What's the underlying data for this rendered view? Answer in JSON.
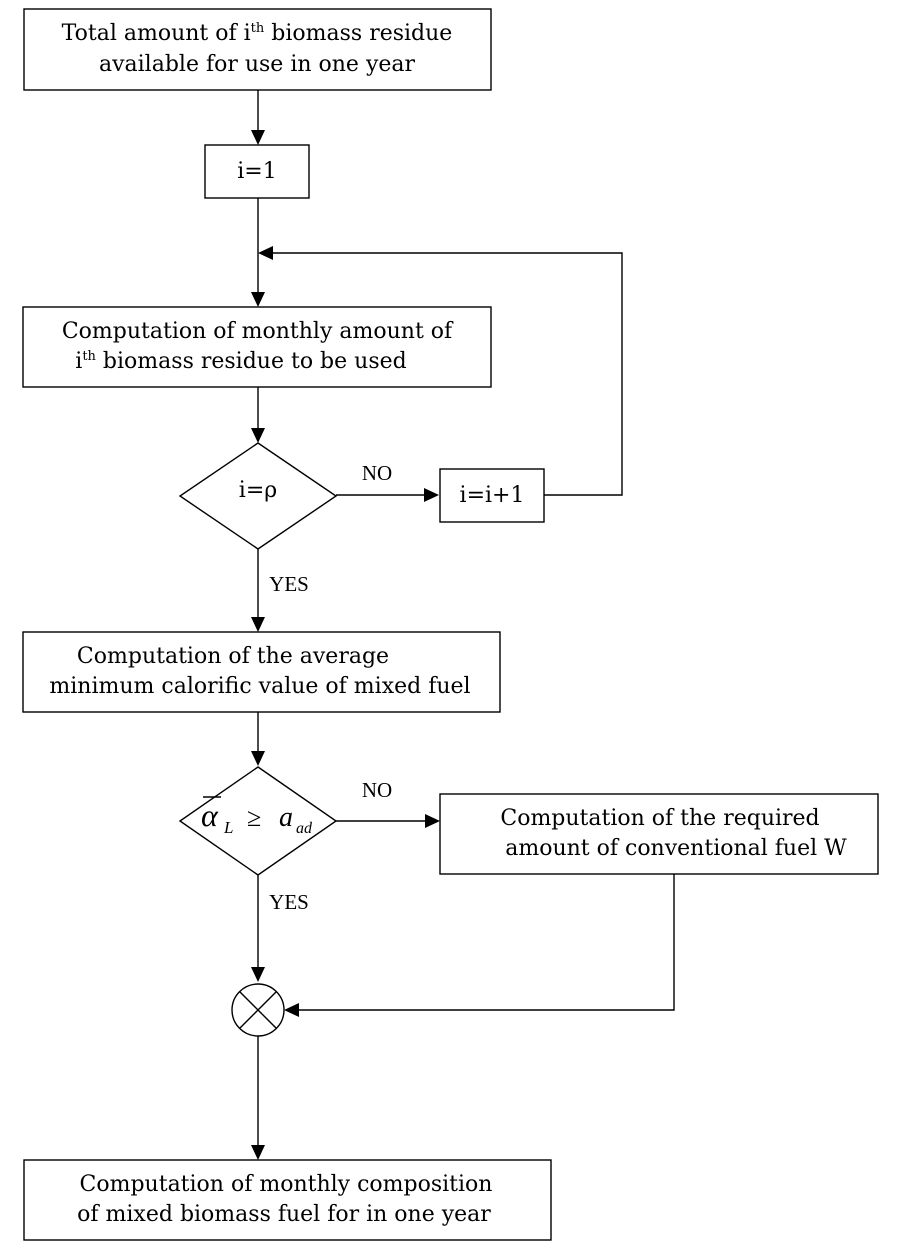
{
  "nodes": {
    "total_amount": {
      "line1_pre": "Total amount of i",
      "line1_sup": "th",
      "line1_post": " biomass residue",
      "line2": "available for use in one year"
    },
    "init_i": {
      "label": "i=1"
    },
    "monthly_amount": {
      "line1": "Computation of monthly amount of",
      "line2_pre": "i",
      "line2_sup": "th",
      "line2_post": " biomass residue to be used"
    },
    "decision_rho": {
      "label": "i=ρ"
    },
    "increment_i": {
      "label": "i=i+1"
    },
    "avg_calorific": {
      "line1": "Computation of the average",
      "line2": "minimum calorific value of mixed fuel"
    },
    "decision_alpha": {
      "alpha": "α",
      "alpha_sub": "L",
      "operator": "≥",
      "a": "a",
      "a_sub": "ad"
    },
    "conventional_fuel": {
      "line1": "Computation of the required",
      "line2": "amount of conventional fuel W"
    },
    "final_composition": {
      "line1": "Computation of monthly composition",
      "line2": "of mixed biomass fuel for in one year"
    }
  },
  "edges": {
    "rho_no": "NO",
    "rho_yes": "YES",
    "alpha_no": "NO",
    "alpha_yes": "YES"
  },
  "colors": {
    "stroke": "#000000",
    "background": "#ffffff"
  }
}
